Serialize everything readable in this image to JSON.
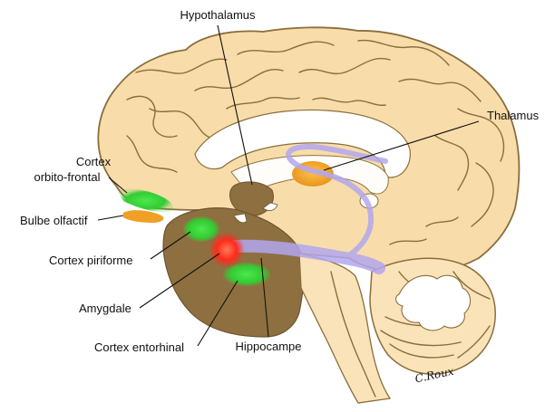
{
  "labels": {
    "hypothalamus": "Hypothalamus",
    "thalamus": "Thalamus",
    "cortex_orbito_line1": "Cortex",
    "cortex_orbito_line2": "orbito-frontal",
    "bulbe_olfactif": "Bulbe olfactif",
    "cortex_piriforme": "Cortex piriforme",
    "amygdale": "Amygdale",
    "cortex_entorhinal": "Cortex entorhinal",
    "hippocampe": "Hippocampe"
  },
  "signature": "C.Roux",
  "colors": {
    "cortex": "#f8ddaa",
    "cortex_outline": "#8a6d3b",
    "cerebellum": "#fae3b8",
    "temporal_region": "#8e7040",
    "olfactory_green": "#3ad13a",
    "amygdala_red": "#ff2a1a",
    "thalamus_orange": "#f0a024",
    "pathway_lilac": "#b3a7ef",
    "text": "#111111"
  }
}
